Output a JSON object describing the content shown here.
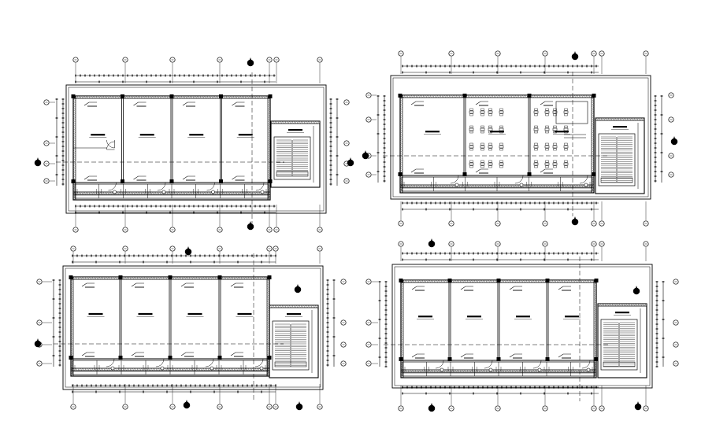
{
  "drawing": {
    "background": "#ffffff",
    "line_color": "#000000",
    "plans": [
      {
        "id": "plan-top-left",
        "name": "floor-plan-top-left",
        "room_count": 4,
        "has_stair": true,
        "has_balcony": true,
        "has_furniture": false,
        "has_door_swings_left": true
      },
      {
        "id": "plan-top-right",
        "name": "floor-plan-top-right",
        "room_count": 3,
        "has_stair": true,
        "has_balcony": true,
        "has_furniture": true,
        "has_door_swings_left": false
      },
      {
        "id": "plan-bottom-left",
        "name": "floor-plan-bottom-left",
        "room_count": 4,
        "has_stair": true,
        "has_balcony": true,
        "has_furniture": false,
        "has_door_swings_left": false
      },
      {
        "id": "plan-bottom-right",
        "name": "floor-plan-bottom-right",
        "room_count": 4,
        "has_stair": true,
        "has_balcony": true,
        "has_furniture": false,
        "has_door_swings_left": false
      }
    ]
  }
}
